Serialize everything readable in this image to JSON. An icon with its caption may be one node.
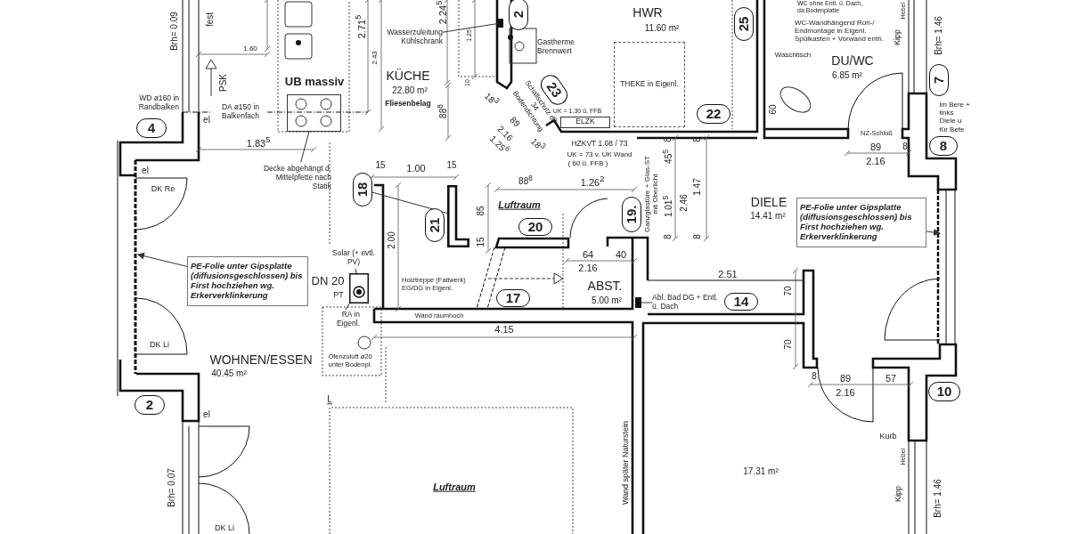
{
  "diagram": {
    "nodes": [
      {
        "text": [
          "4"
        ]
      },
      {
        "text": [
          "2"
        ]
      },
      {
        "text": [
          "18"
        ]
      },
      {
        "text": [
          "21"
        ]
      },
      {
        "text": [
          "20"
        ]
      },
      {
        "text": [
          "17"
        ]
      },
      {
        "text": [
          "23"
        ]
      },
      {
        "text": [
          "22"
        ]
      },
      {
        "text": [
          "25"
        ]
      },
      {
        "text": [
          "19."
        ]
      },
      {
        "text": [
          "14"
        ]
      },
      {
        "text": [
          "7"
        ]
      },
      {
        "text": [
          "8"
        ]
      },
      {
        "text": [
          "10"
        ]
      },
      {
        "text": [
          "2"
        ]
      },
      {
        "text": [
          "PE-Folie unter Gipsplatte (diffusionsgeschlossen) bis First hochziehen wg. Erkerverklinkerung"
        ]
      },
      {
        "text": [
          "PE-Folie unter Gipsplatte (diffusionsgeschlossen) bis First hochziehen wg. Erkerverklinkerung"
        ]
      },
      {
        "text": [
          "THEKE in Eigenl."
        ]
      },
      {
        "text": [
          "ELZK"
        ]
      },
      {
        "text": [
          "Wasserzuleitung Kühlschrank"
        ]
      },
      {
        "text": [
          "Decke abgehängt d. Mittelpfette nach Statik"
        ]
      },
      {
        "text": [
          "Solar (+ evtl. PV)"
        ]
      },
      {
        "text": [
          "RA in Eigenl."
        ]
      },
      {
        "text": [
          "Abl. Bad DG + Entl. ü. Dach"
        ]
      },
      {
        "text": [],
        "shape": "picture"
      },
      {
        "text": [],
        "shape": "picture"
      },
      {
        "text": [],
        "shape": "box"
      },
      {
        "text": [],
        "shape": "bar"
      },
      {
        "text": [],
        "shape": "box"
      }
    ],
    "edges": [
      {
        "from": 15,
        "to": null,
        "arrow": "to"
      },
      {
        "from": 16,
        "to": null,
        "arrow": "to"
      },
      {
        "from": 19,
        "to": 28,
        "arrow": "none"
      },
      {
        "from": 20,
        "to": 24,
        "arrow": "none"
      },
      {
        "from": 21,
        "to": 25,
        "arrow": "none"
      },
      {
        "from": 22,
        "to": 25,
        "arrow": "none"
      },
      {
        "from": 23,
        "to": 26,
        "arrow": "none"
      },
      {
        "from": 2,
        "to": 27,
        "arrow": "none"
      }
    ],
    "labels": [
      "Brh= 0.09",
      "fest",
      "1.60",
      "PSK",
      "UB massiv",
      "2.71$^{5}$",
      "2.43",
      "WD ø160 in Randbalken",
      "DA ø150 in Balkenfach",
      "el",
      "1.83$^{5}$",
      "el",
      "DK Re",
      "DK Li",
      "WOHNEN/ESSEN",
      "40.45 m²",
      "el",
      "Brh= 0.07",
      "DK Li",
      "DN 20",
      "PT",
      "Ofenzuluft ø20 unter Bodenpl.",
      "L",
      "2.24$^{5}$",
      "1.25",
      "10",
      "KÜCHE",
      "22.80 m²",
      "Fliesenbelag",
      "88$^{8}$",
      "Gastherme Brennwert",
      "Schallschutz dB 34 Bodendichtung",
      "18$^{3}$",
      "2.16",
      "89",
      "1.25$^{6}$",
      "18$^{3}$",
      "15",
      "1.00",
      "15",
      "88$^{8}$",
      "1.26$^{2}$",
      "Luftraum",
      "85",
      "15",
      "2.00",
      "Holztreppe (Faltwerk) EG/DG in Eigenl.",
      "Wand raumhoch",
      "4.15",
      "64",
      "40",
      "2.16",
      "ABST.",
      "5.00 m²",
      "HWR",
      "11.60 m²",
      "UK = 1.30 ü. FFB",
      "HZKVT 1.08 / 73",
      "UK = 73 v. UK Wand",
      "( 60 ü. FFB )",
      "Ganzglastüre + Glas-ST mit Oberlicht",
      "8",
      "45$^{5}$",
      "1.01$^{5}$",
      "8",
      "2.46",
      "8",
      "1.47",
      "8",
      "Wand später Naturstein",
      "Luftraum",
      "WC ohne Entl. ü. Dach, da Bodenplatte",
      "Hebel",
      "WC-Wandhängend Roh-/ Endmontage in Eigenl. Spülkasten + Vorwand enth.",
      "Waschtisch",
      "DU/WC",
      "6.85 m²",
      "Kipp",
      "Brh= 1.46",
      "60",
      "NZ-Schloß",
      "89",
      "8",
      "2.16",
      "im Bere + links Diele u für Befe",
      "DIELE",
      "14.41 m²",
      "2.51",
      "70",
      "70",
      "8",
      "89",
      "57",
      "2.16",
      "Kurb",
      "Hebel",
      "Kipp",
      "Brh= 1.46",
      "17.31 m²"
    ]
  }
}
